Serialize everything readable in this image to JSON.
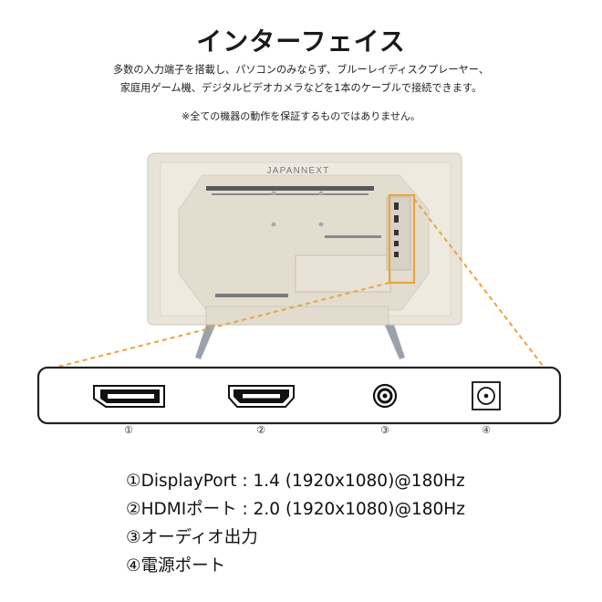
{
  "title": "インターフェイス",
  "description": {
    "line1": "多数の入力端子を搭載し、パソコンのみならず、ブルーレイディスクプレーヤー、",
    "line2": "家庭用ゲーム機、デジタルビデオカメラなどを1本のケーブルで接続できます。"
  },
  "note": "※全ての機器の動作を保証するものではありません。",
  "monitor": {
    "brand": "JAPANNEXT",
    "body_color": "#e9e4d8",
    "highlight_color": "#e8a53a"
  },
  "ports": [
    {
      "number": "①",
      "icon": "displayport-icon"
    },
    {
      "number": "②",
      "icon": "hdmi-icon"
    },
    {
      "number": "③",
      "icon": "audio-jack-icon"
    },
    {
      "number": "④",
      "icon": "dc-power-icon"
    }
  ],
  "specs": [
    "①DisplayPort : 1.4 (1920x1080)@180Hz",
    "②HDMIポート : 2.0 (1920x1080)@180Hz",
    "③オーディオ出力",
    "④電源ポート"
  ]
}
